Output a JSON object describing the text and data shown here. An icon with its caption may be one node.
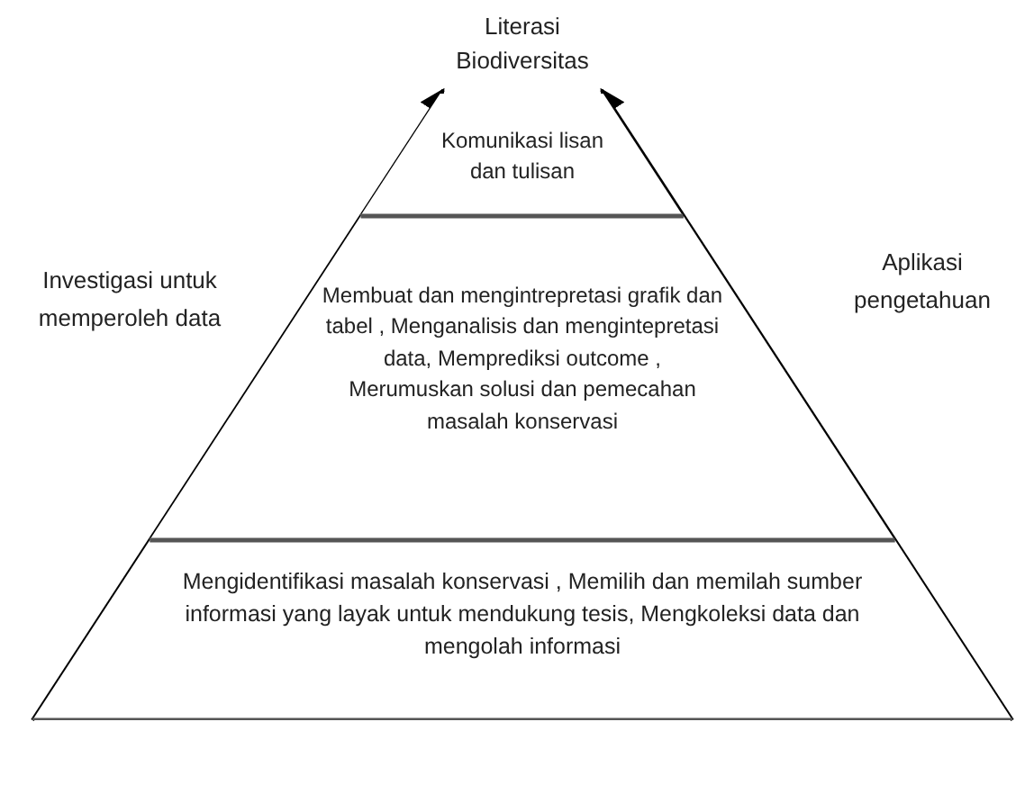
{
  "diagram": {
    "nodes": [
      {
        "text": [
          "Literasi Biodiversitas"
        ]
      },
      {
        "text": [
          "Komunikasi lisan dan tulisan"
        ]
      },
      {
        "text": [
          "Membuat dan mengintrepretasi grafik dan tabel , Menganalisis dan mengintepretasi data, Memprediksi outcome , Merumuskan solusi dan pemecahan masalah konservasi"
        ]
      },
      {
        "text": [
          "Mengidentifikasi masalah konservasi , Memilih dan memilah sumber informasi yang layak untuk mendukung tesis, Mengkoleksi data dan mengolah informasi"
        ]
      }
    ],
    "edges": [
      {
        "from": 3,
        "to": 0,
        "arrow": "to"
      },
      {
        "from": 3,
        "to": 0,
        "arrow": "to"
      }
    ],
    "labels": [
      "Investigasi untuk memperoleh data",
      "Aplikasi pengetahuan"
    ]
  }
}
